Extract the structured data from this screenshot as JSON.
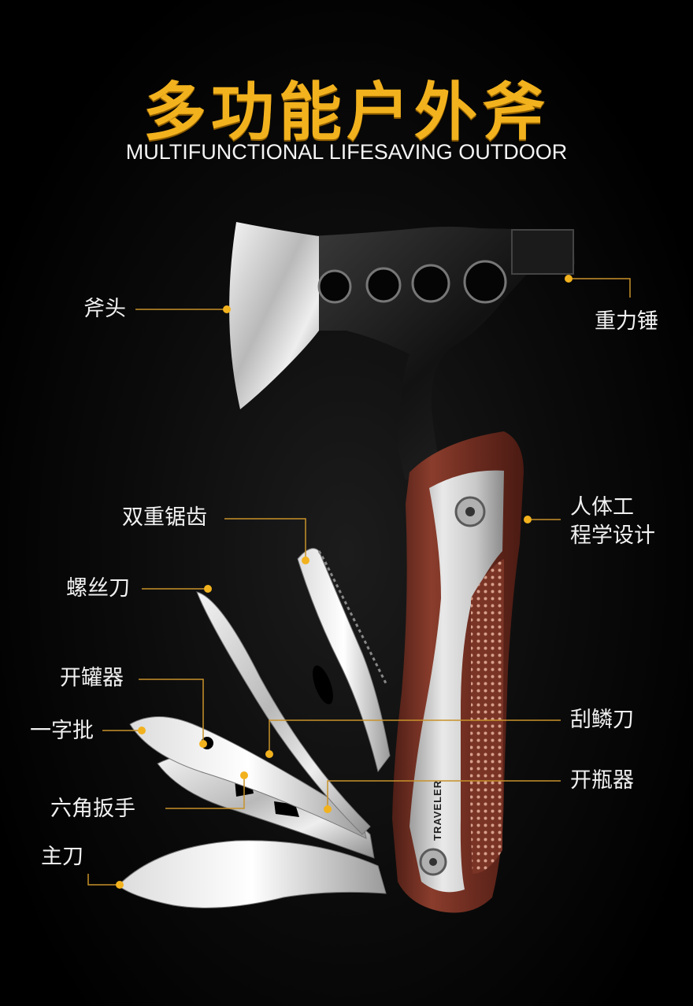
{
  "header": {
    "title": "多功能户外斧",
    "subtitle": "MULTIFUNCTIONAL LIFESAVING OUTDOOR"
  },
  "product": {
    "brand": "TRAVELER"
  },
  "labels": {
    "axe_head": "斧头",
    "hammer": "重力锤",
    "ergonomic_line1": "人体工",
    "ergonomic_line2": "程学设计",
    "double_saw": "双重锯齿",
    "screwdriver": "螺丝刀",
    "can_opener": "开罐器",
    "flat_screwdriver": "一字批",
    "scale_knife": "刮鳞刀",
    "bottle_opener": "开瓶器",
    "hex_wrench": "六角扳手",
    "main_blade": "主刀"
  },
  "colors": {
    "title": "#f2b21e",
    "accent_dot": "#f2b21e",
    "leader_line": "#c8922a",
    "background": "#000000",
    "handle_wood": "#7a3426"
  }
}
